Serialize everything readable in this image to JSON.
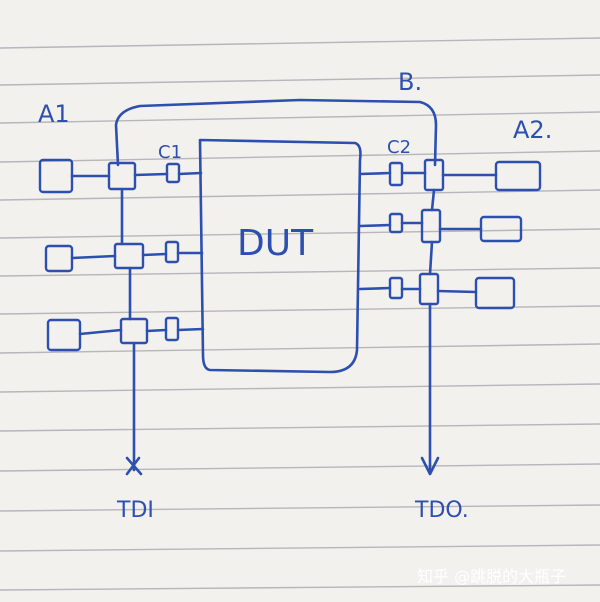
{
  "labels": {
    "a1": "A1",
    "a2": "A2.",
    "b": "B.",
    "c1": "C1",
    "c2": "C2",
    "dut": "DUT",
    "tdi": "TDI",
    "tdo": "TDO."
  },
  "watermark": "知乎 @跳脱的大瓶子",
  "colors": {
    "ink": "#2c4fb0",
    "paper": "#f3f1ee",
    "rule": "#b7b6b8"
  }
}
